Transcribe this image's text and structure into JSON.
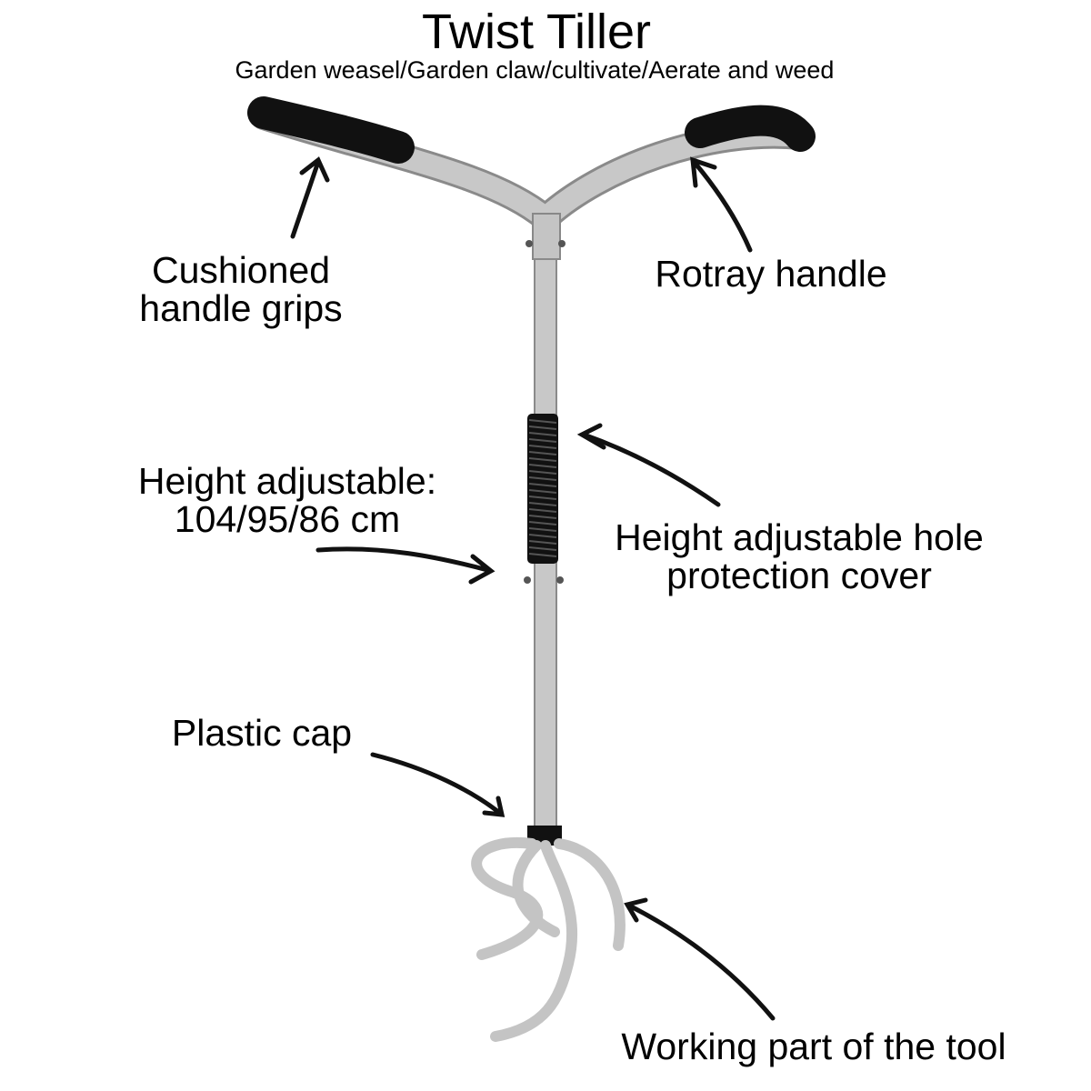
{
  "title": "Twist Tiller",
  "subtitle": "Garden weasel/Garden claw/cultivate/Aerate and weed",
  "labels": {
    "grips": [
      "Cushioned",
      "handle grips"
    ],
    "handle": "Rotray handle",
    "height": [
      "Height adjustable:",
      "104/95/86 cm"
    ],
    "cover": [
      "Height adjustable hole",
      "protection cover"
    ],
    "cap": "Plastic cap",
    "working": "Working part of the tool"
  },
  "colors": {
    "metal": "#c4c4c4",
    "grip": "#111111",
    "arrow": "#111111"
  }
}
